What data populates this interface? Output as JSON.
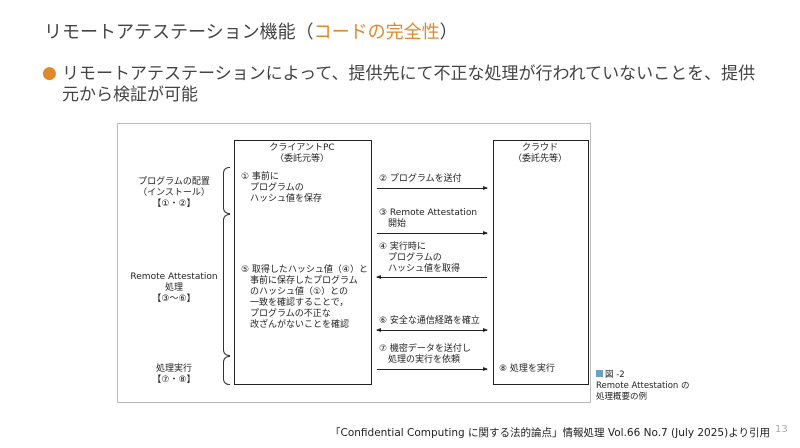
{
  "title": {
    "main": "リモートアテステーション機能（",
    "highlight": "コードの完全性",
    "end": "）"
  },
  "bullet": "リモートアテステーションによって、提供先にて不正な処理が行われていないことを、提供元から検証が可能",
  "figure": {
    "client": {
      "title": "クライアントPC",
      "sub": "（委託元等）"
    },
    "cloud": {
      "title": "クラウド",
      "sub": "（委託先等）"
    },
    "left_labels": [
      {
        "lines": [
          "プログラムの配置",
          "（インストール）",
          "【①・②】"
        ]
      },
      {
        "lines": [
          "Remote Attestation",
          "処理",
          "【③〜⑥】"
        ]
      },
      {
        "lines": [
          "処理実行",
          "【⑦・⑧】"
        ]
      }
    ],
    "client_steps": [
      {
        "lines": [
          "① 事前に",
          "　プログラムの",
          "　ハッシュ値を保存"
        ]
      },
      {
        "lines": [
          "⑤ 取得したハッシュ値（④）と",
          "　事前に保存したプログラム",
          "　のハッシュ値（①）との",
          "　一致を確認することで，",
          "　プログラムの不正な",
          "　改ざんがないことを確認"
        ]
      }
    ],
    "arrows": [
      {
        "lines": [
          "② プログラムを送付"
        ],
        "dir": "right"
      },
      {
        "lines": [
          "③ Remote Attestation",
          "　開始"
        ],
        "dir": "right"
      },
      {
        "lines": [
          "④ 実行時に",
          "　プログラムの",
          "　ハッシュ値を取得"
        ],
        "dir": "left"
      },
      {
        "lines": [
          "⑥ 安全な通信経路を確立"
        ],
        "dir": "both"
      },
      {
        "lines": [
          "⑦ 機密データを送付し",
          "　処理の実行を依頼"
        ],
        "dir": "right"
      }
    ],
    "cloud_step": "⑧ 処理を実行",
    "caption": [
      "図 -2",
      "Remote Attestation の",
      "処理概要の例"
    ]
  },
  "source": "「Confidential Computing に関する法的論点」情報処理 Vol.66 No.7 (July 2025)より引用",
  "page_number": "13",
  "colors": {
    "accent": "#e0892b",
    "caption_square": "#6aa0c0"
  }
}
